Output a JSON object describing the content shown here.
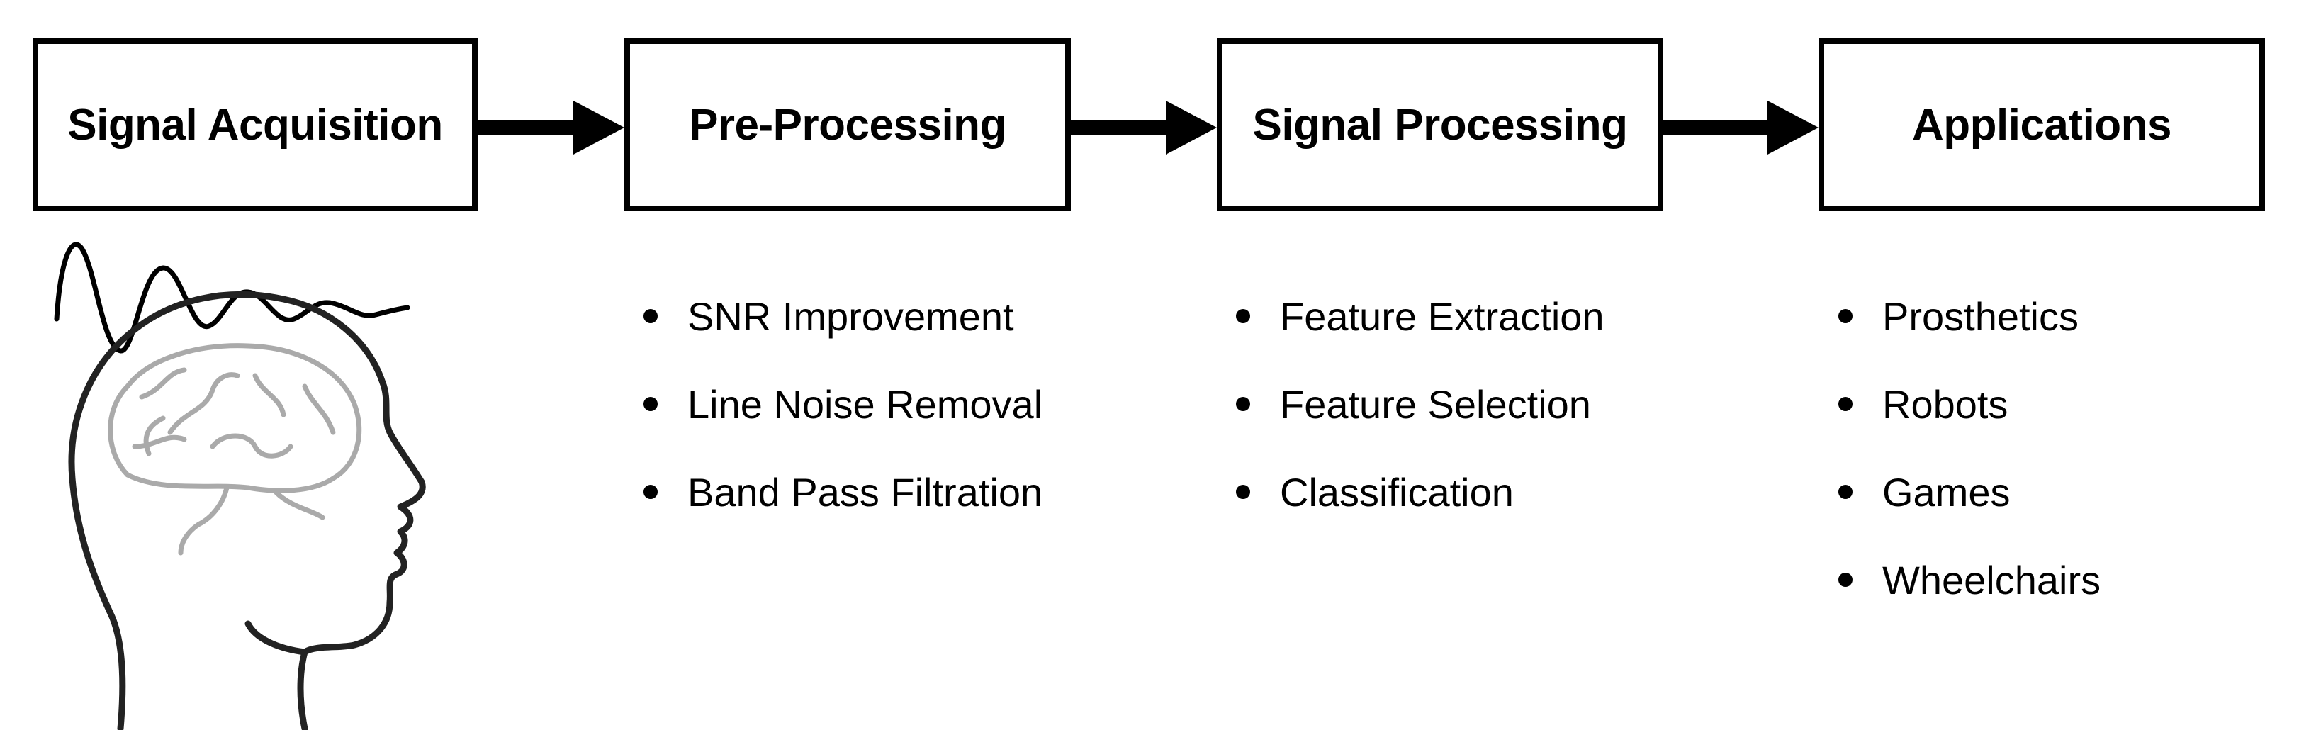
{
  "stages": [
    {
      "label": "Signal Acquisition"
    },
    {
      "label": "Pre-Processing",
      "items": [
        "SNR Improvement",
        "Line Noise Removal",
        "Band Pass Filtration"
      ]
    },
    {
      "label": "Signal Processing",
      "items": [
        "Feature Extraction",
        "Feature Selection",
        "Classification"
      ]
    },
    {
      "label": "Applications",
      "items": [
        "Prosthetics",
        "Robots",
        "Games",
        "Wheelchairs"
      ]
    }
  ],
  "colors": {
    "line": "#000000",
    "head_outline": "#222222",
    "brain": "#aaaaaa",
    "background": "#ffffff"
  },
  "icons": [
    "brain-wave-icon",
    "head-with-brain-icon",
    "arrow-right-icon",
    "bullet-icon"
  ]
}
